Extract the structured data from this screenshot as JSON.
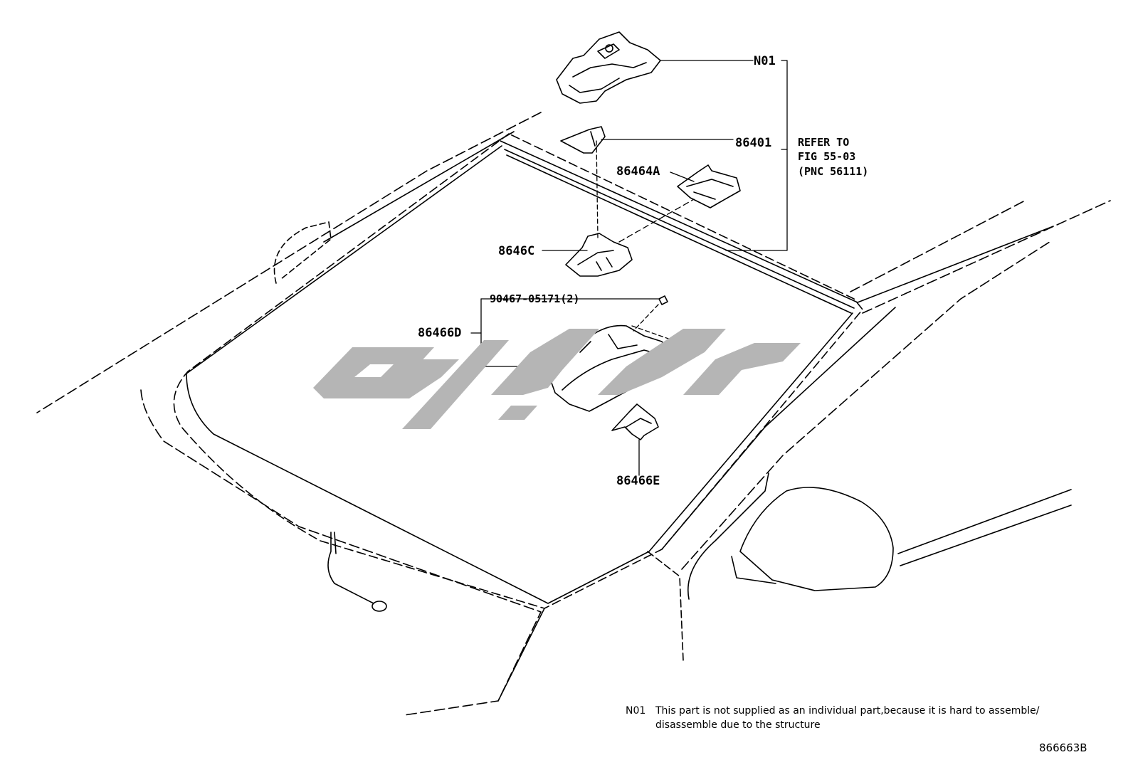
{
  "callouts": {
    "n01": "N01",
    "p86401": "86401",
    "p86464a": "86464A",
    "p8646c": "8646C",
    "bolt": "90467-05171(2)",
    "p86466d": "86466D",
    "p86466e": "86466E"
  },
  "reference": {
    "line1": "REFER TO",
    "line2": "FIG 55-03",
    "line3": "(PNC 56111)"
  },
  "footnote": {
    "code": "N01",
    "line1": "This part is not supplied as an individual part,because it is hard to assemble/",
    "line2": "disassemble due to the structure"
  },
  "figure_number": "866663B",
  "watermark_color": "#b5b5b5"
}
